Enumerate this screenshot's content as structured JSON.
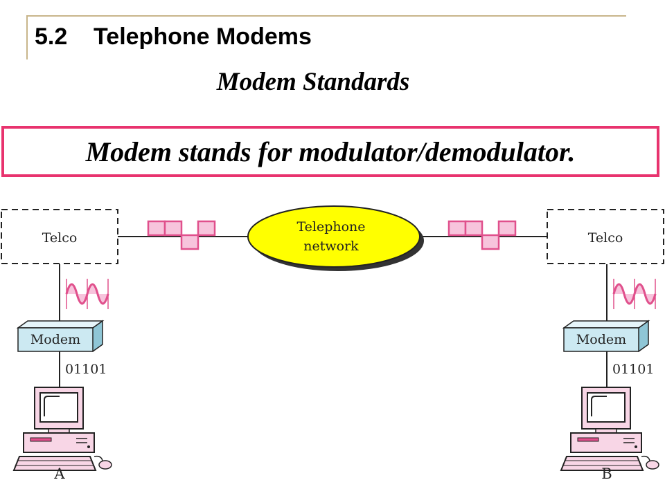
{
  "slide": {
    "title": "5.2    Telephone Modems",
    "subtitle": "Modem Standards",
    "callout": "Modem stands for modulator/demodulator."
  },
  "diagram": {
    "network": {
      "line1": "Telephone",
      "line2": "network"
    },
    "telco_left": "Telco",
    "telco_right": "Telco",
    "modem_left": "Modem",
    "modem_right": "Modem",
    "bits_left": "01101",
    "bits_right": "01101",
    "station_left": "A",
    "station_right": "B"
  },
  "colors": {
    "accent": "#e8336e",
    "signal": "#e0508c",
    "signal_fill": "#f7c4dc",
    "network_fill": "#ffff00",
    "modem_fill": "#cce9f2",
    "computer_fill": "#f8d6e6"
  }
}
